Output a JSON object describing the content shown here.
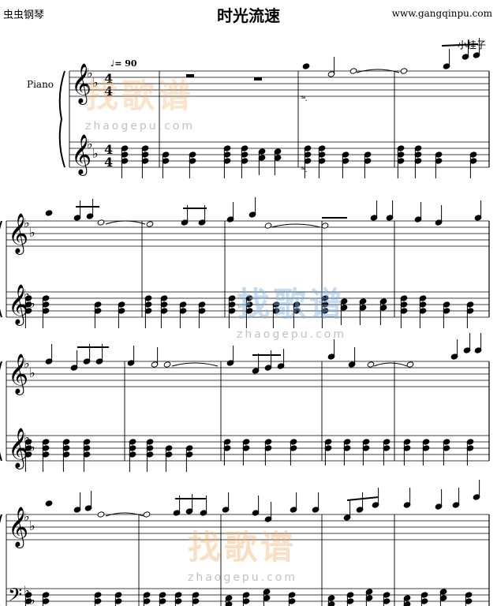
{
  "header": {
    "left_label": "虫虫钢琴",
    "title": "时光流速",
    "website": "www.gangqinpu.com"
  },
  "composer": "小桂子",
  "instrument": "Piano",
  "tempo": "♩= 90",
  "time_signature": "4/4",
  "key_signature": "B♭ major (2 flats)",
  "pedal_mark": "𝆮.",
  "watermark": {
    "text": "找歌谱",
    "url": "zhaogepu.com",
    "colors": {
      "orange": "#f5b06a",
      "blue": "#7fb2e5"
    }
  }
}
